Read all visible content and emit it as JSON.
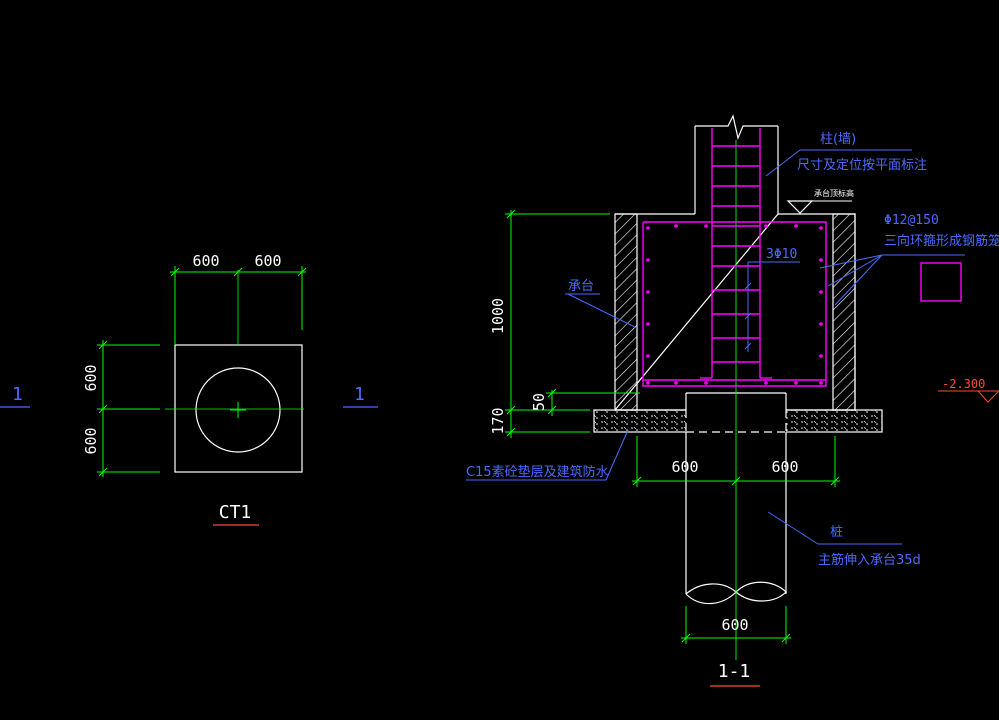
{
  "colors": {
    "background": "#000000",
    "outline": "#ffffff",
    "dimension": "#00ff00",
    "rebar": "#ff00ff",
    "annotation": "#4a6bff",
    "section_mark": "#ff4a2a",
    "elevation": "#ff4a2a"
  },
  "plan": {
    "dim_top_left": "600",
    "dim_top_right": "600",
    "dim_left_upper": "600",
    "dim_left_lower": "600",
    "section_left": "1",
    "section_right": "1",
    "title": "CT1"
  },
  "section": {
    "title": "1-1",
    "dim_cap_height": "1000",
    "dim_cover": "50",
    "dim_cushion": "170",
    "dim_bottom_left": "600",
    "dim_bottom_right": "600",
    "dim_pile_width": "600",
    "note_column_line1": "柱(墙)",
    "note_column_line2": "尺寸及定位按平面标注",
    "note_top_level": "承台顶标高",
    "note_cap": "承台",
    "note_stirrup": "3Φ10",
    "note_rebar_line1": "Φ12@150",
    "note_rebar_line2": "三向环箍形成钢筋笼",
    "note_cushion": "C15素砼垫层及建筑防水",
    "note_pile_line1": "桩",
    "note_pile_line2": "主筋伸入承台35d",
    "elevation": "-2.300"
  }
}
